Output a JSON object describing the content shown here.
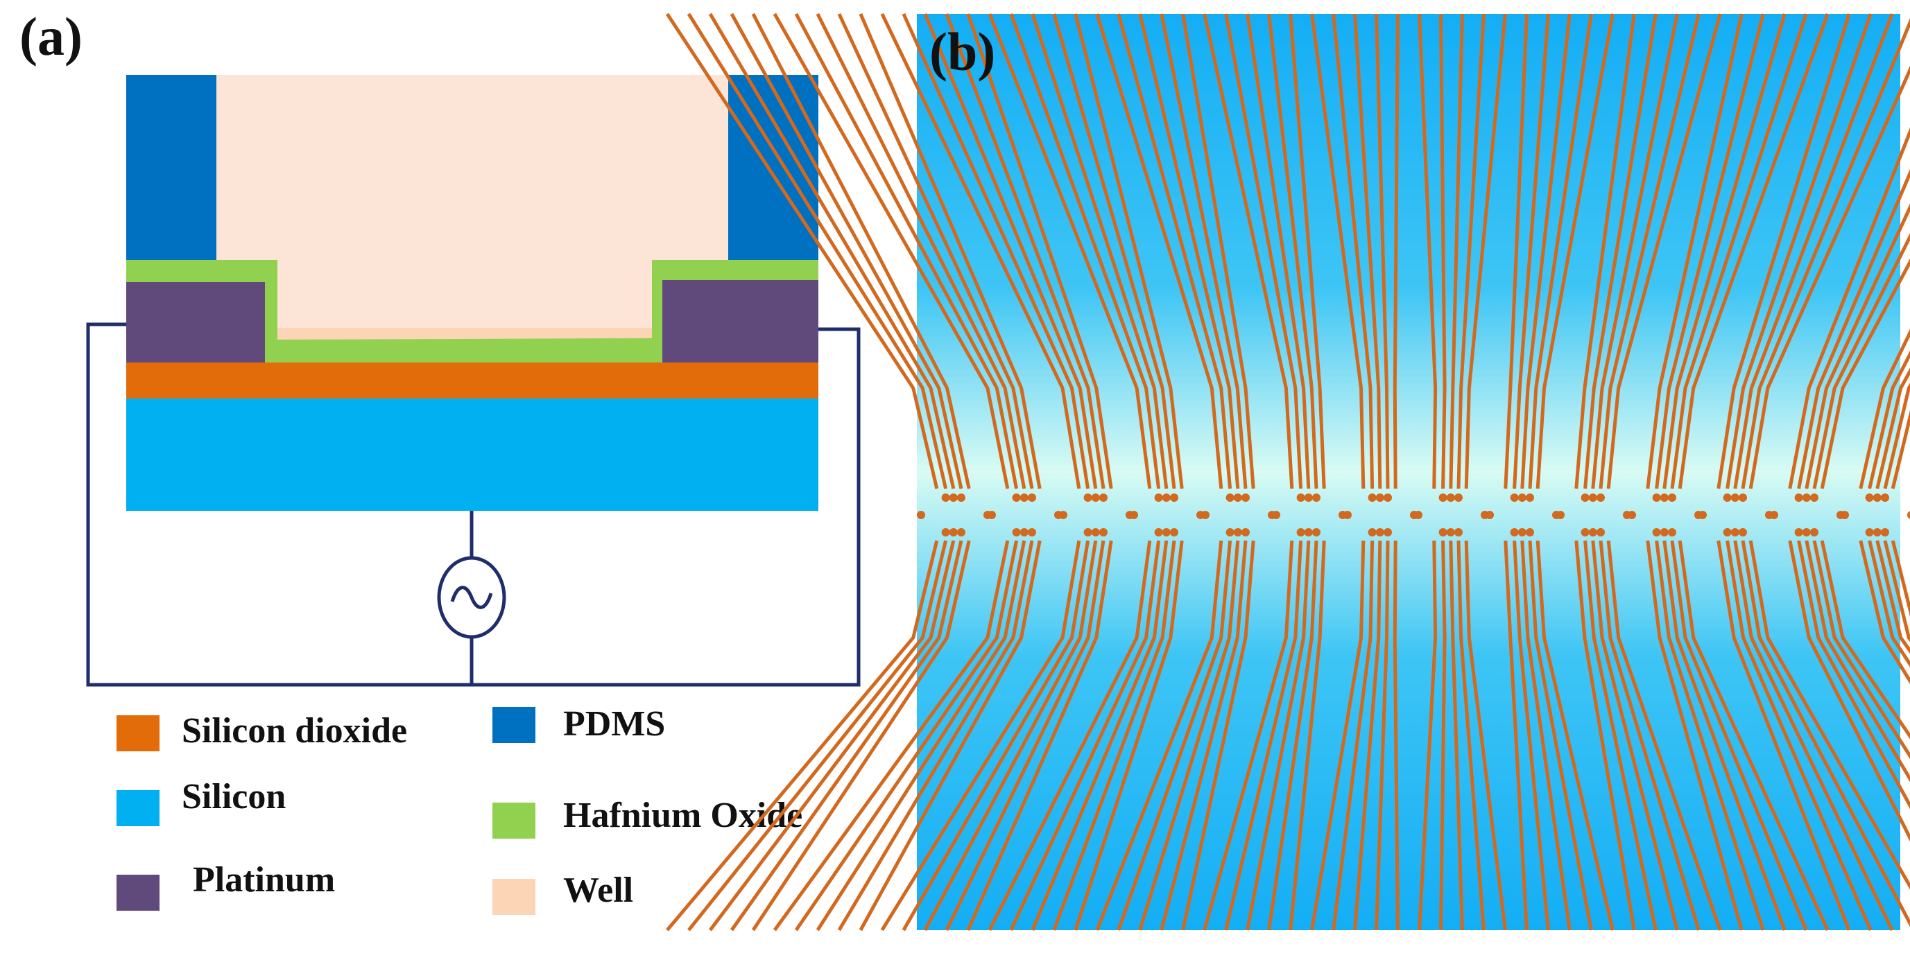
{
  "panel_a": {
    "label": "(a)",
    "legend": [
      {
        "text": "Silicon dioxide",
        "color": "#E36C0A"
      },
      {
        "text": "Silicon",
        "color": "#00B0F0"
      },
      {
        "text": "Platinum",
        "color": "#604A7B"
      },
      {
        "text": "PDMS",
        "color": "#0070C0"
      },
      {
        "text": "Hafnium Oxide",
        "color": "#92D050"
      },
      {
        "text": "Well",
        "color": "#FBD5B5"
      }
    ],
    "source_symbol": "~",
    "colors": {
      "wire": "#1F2D6B",
      "pdms": "#0070C0",
      "well": "#FCE4D6",
      "hafnia": "#92D050",
      "platinum": "#604A7B",
      "sio2": "#E36C0A",
      "silicon": "#00B0F0"
    }
  },
  "panel_b": {
    "label": "(b)",
    "colors": {
      "background_edge": "#14AEF5",
      "background_center": "#D8FBF3",
      "electrode": "#D2691E"
    }
  }
}
